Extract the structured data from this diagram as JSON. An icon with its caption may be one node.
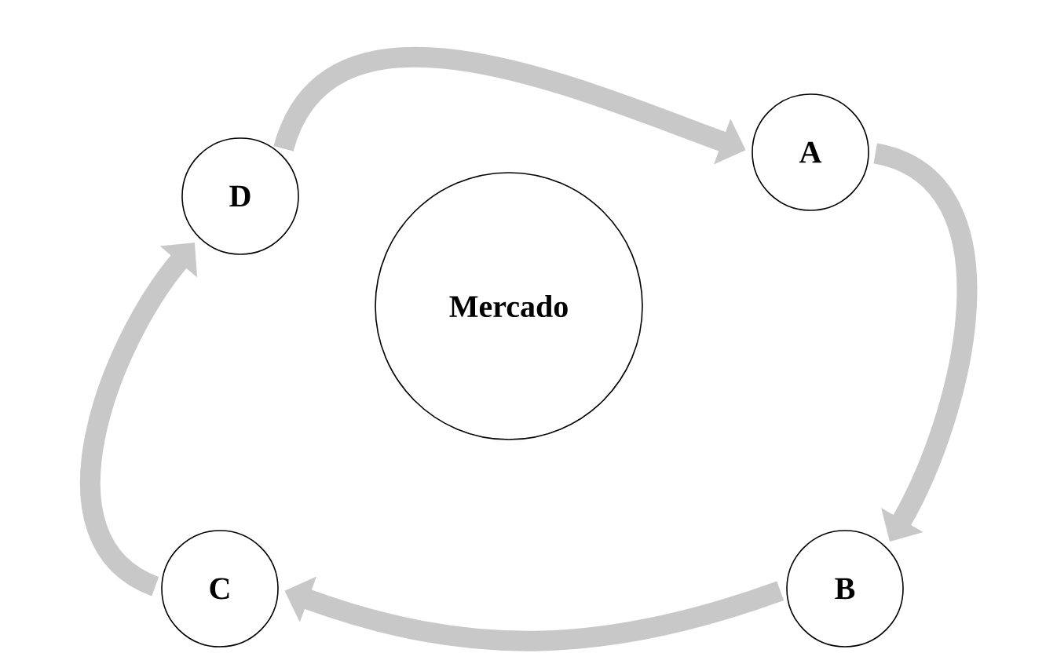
{
  "diagram": {
    "nodes": [
      {
        "text": [
          "D"
        ]
      },
      {
        "text": [
          "A"
        ]
      },
      {
        "text": [
          "Mercado"
        ]
      },
      {
        "text": [
          "C"
        ]
      },
      {
        "text": [
          "B"
        ]
      }
    ],
    "edges": [
      {
        "from": 0,
        "to": 1,
        "arrow": "to"
      },
      {
        "from": 1,
        "to": 4,
        "arrow": "to"
      },
      {
        "from": 4,
        "to": 3,
        "arrow": "to"
      },
      {
        "from": 3,
        "to": 0,
        "arrow": "to"
      }
    ]
  }
}
